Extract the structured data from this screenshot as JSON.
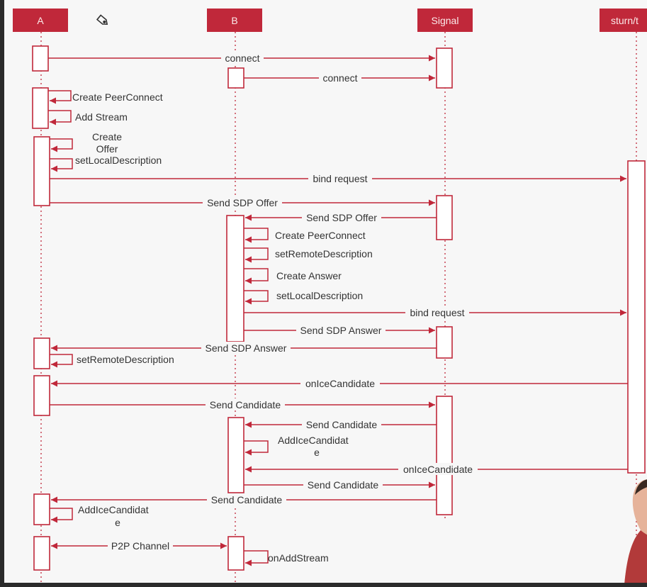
{
  "participants": [
    {
      "id": "a",
      "label": "A"
    },
    {
      "id": "b",
      "label": "B"
    },
    {
      "id": "signal",
      "label": "Signal"
    },
    {
      "id": "stun",
      "label": "sturn/t"
    }
  ],
  "messages": {
    "m1": "connect",
    "m2": "connect",
    "m3": "Create PeerConnect",
    "m4": "Add Stream",
    "m5a": "Create",
    "m5b": "Offer",
    "m6": "setLocalDescription",
    "m7": "bind request",
    "m8": "Send SDP Offer",
    "m9": "Send SDP Offer",
    "m10": "Create PeerConnect",
    "m11": "setRemoteDescription",
    "m12": "Create Answer",
    "m13": "setLocalDescription",
    "m14": "bind request",
    "m15": "Send SDP Answer",
    "m16": "Send SDP Answer",
    "m17": "setRemoteDescription",
    "m18": "onIceCandidate",
    "m19": "Send Candidate",
    "m20": "Send Candidate",
    "m21a": "AddIceCandidat",
    "m21b": "e",
    "m22": "onIceCandidate",
    "m23": "Send Candidate",
    "m24": "Send Candidate",
    "m25a": "AddIceCandidat",
    "m25b": "e",
    "m26": "P2P Channel",
    "m27": "onAddStream"
  },
  "colors": {
    "accent": "#c0283a",
    "participant_text": "#fbeaea",
    "lifeline": "#c0283a",
    "label_text": "#333333",
    "background": "#f7f7f7"
  },
  "icons": {
    "tag": "tag-icon"
  }
}
